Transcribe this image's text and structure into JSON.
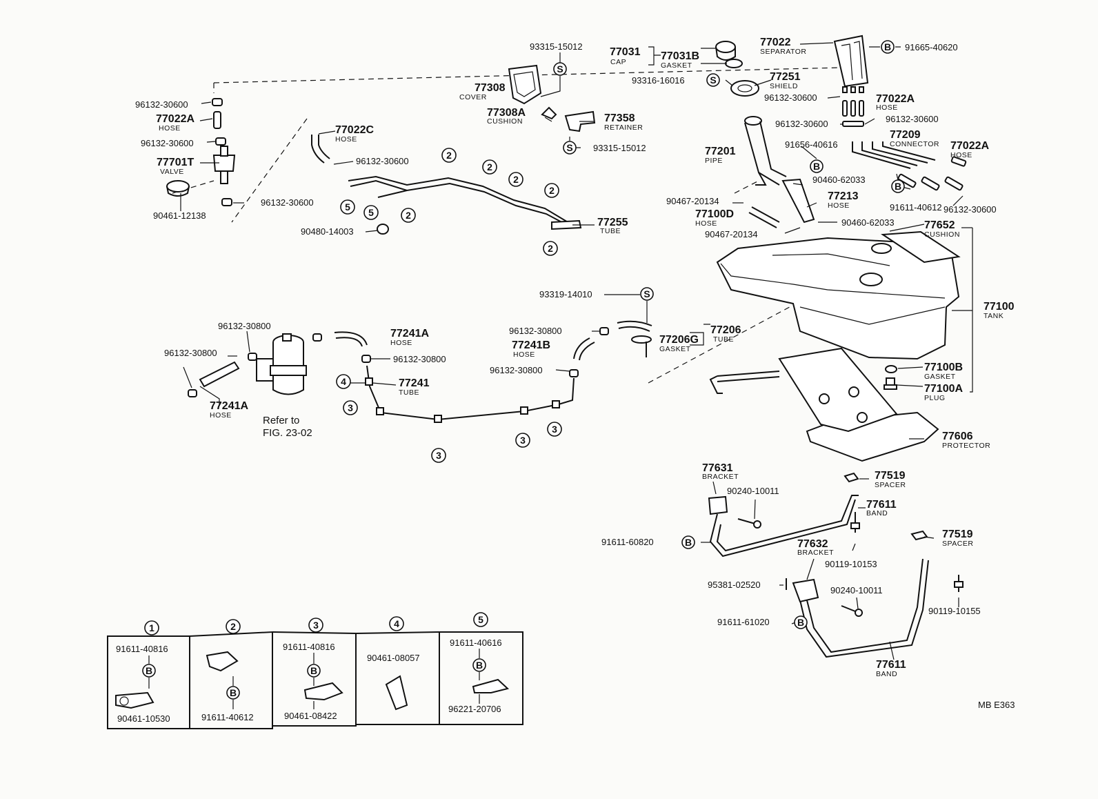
{
  "diagram": {
    "code": "MB E363",
    "reference": [
      "Refer to",
      "FIG. 23-02"
    ],
    "labels": {
      "p93315a": "93315-15012",
      "p77031": "77031",
      "cap": "CAP",
      "p77031b": "77031B",
      "gasket1": "GASKET",
      "p77022": "77022",
      "separator": "SEPARATOR",
      "p91665": "91665-40620",
      "p96132a": "96132-30600",
      "p77308": "77308",
      "cover": "COVER",
      "p93316": "93316-16016",
      "p77251": "77251",
      "shield": "SHIELD",
      "p96132b": "96132-30600",
      "p77022a_r": "77022A",
      "hose_r1": "HOSE",
      "p77022a_l": "77022A",
      "hose_l1": "HOSE",
      "p77308a": "77308A",
      "cushion1": "CUSHION",
      "p77358": "77358",
      "retainer": "RETAINER",
      "p96132c": "96132-30600",
      "p96132d": "96132-30600",
      "p96132e": "96132-30600",
      "p77209": "77209",
      "connector": "CONNECTOR",
      "p77022a_r2": "77022A",
      "hose_r2": "HOSE",
      "p77022c": "77022C",
      "hose_c": "HOSE",
      "p93315b": "93315-15012",
      "p77701t": "77701T",
      "valve": "VALVE",
      "p96132f": "96132-30600",
      "p77201": "77201",
      "pipe": "PIPE",
      "p91656": "91656-40616",
      "p90460a": "90460-62033",
      "p96132g": "96132-30600",
      "p90467a": "90467-20134",
      "p77213": "77213",
      "hose_213": "HOSE",
      "p91611a": "91611-40612",
      "p96132h": "96132-30600",
      "p90461a": "90461-12138",
      "p77255": "77255",
      "tube1": "TUBE",
      "p77100d": "77100D",
      "hose_d": "HOSE",
      "p90460b": "90460-62033",
      "p90480": "90480-14003",
      "p90467b": "90467-20134",
      "p77652": "77652",
      "cushion2": "CUSHION",
      "p93319": "93319-14010",
      "p77100": "77100",
      "tank": "TANK",
      "p96132i": "96132-30800",
      "p77241a_t": "77241A",
      "hose_241a": "HOSE",
      "p96132j": "96132-30800",
      "p77206": "77206",
      "tube_206": "TUBE",
      "p77241b": "77241B",
      "hose_241b": "HOSE",
      "p77206g": "77206G",
      "gasket2": "GASKET",
      "p96132k": "96132-30800",
      "p96132l": "96132-30800",
      "p96132m": "96132-30800",
      "p77100b": "77100B",
      "gasket3": "GASKET",
      "p77241": "77241",
      "tube_241": "TUBE",
      "p77100a": "77100A",
      "plug": "PLUG",
      "p77241a_b": "77241A",
      "hose_241a_b": "HOSE",
      "p77606": "77606",
      "protector": "PROTECTOR",
      "p77631": "77631",
      "bracket1": "BRACKET",
      "p77519a": "77519",
      "spacer1": "SPACER",
      "p90240a": "90240-10011",
      "p77611a": "77611",
      "band1": "BAND",
      "p91611b": "91611-60820",
      "p77632": "77632",
      "bracket2": "BRACKET",
      "p77519b": "77519",
      "spacer2": "SPACER",
      "p90119a": "90119-10153",
      "p95381": "95381-02520",
      "p90240b": "90240-10011",
      "p90119b": "90119-10155",
      "p91611c": "91611-61020",
      "p77611b": "77611",
      "band2": "BAND"
    },
    "markers": {
      "S": "S",
      "B": "B",
      "n1": "1",
      "n2": "2",
      "n3": "3",
      "n4": "4",
      "n5": "5"
    },
    "legend": [
      {
        "num": "1",
        "top": "91611-40816",
        "mid": "B",
        "bottom": "90461-10530"
      },
      {
        "num": "2",
        "top": "",
        "mid": "B",
        "bottom": "91611-40612"
      },
      {
        "num": "3",
        "top": "91611-40816",
        "mid": "B",
        "bottom": "90461-08422"
      },
      {
        "num": "4",
        "top": "90461-08057",
        "mid": "",
        "bottom": ""
      },
      {
        "num": "5",
        "top": "91611-40616",
        "mid": "B",
        "bottom": "96221-20706"
      }
    ]
  }
}
